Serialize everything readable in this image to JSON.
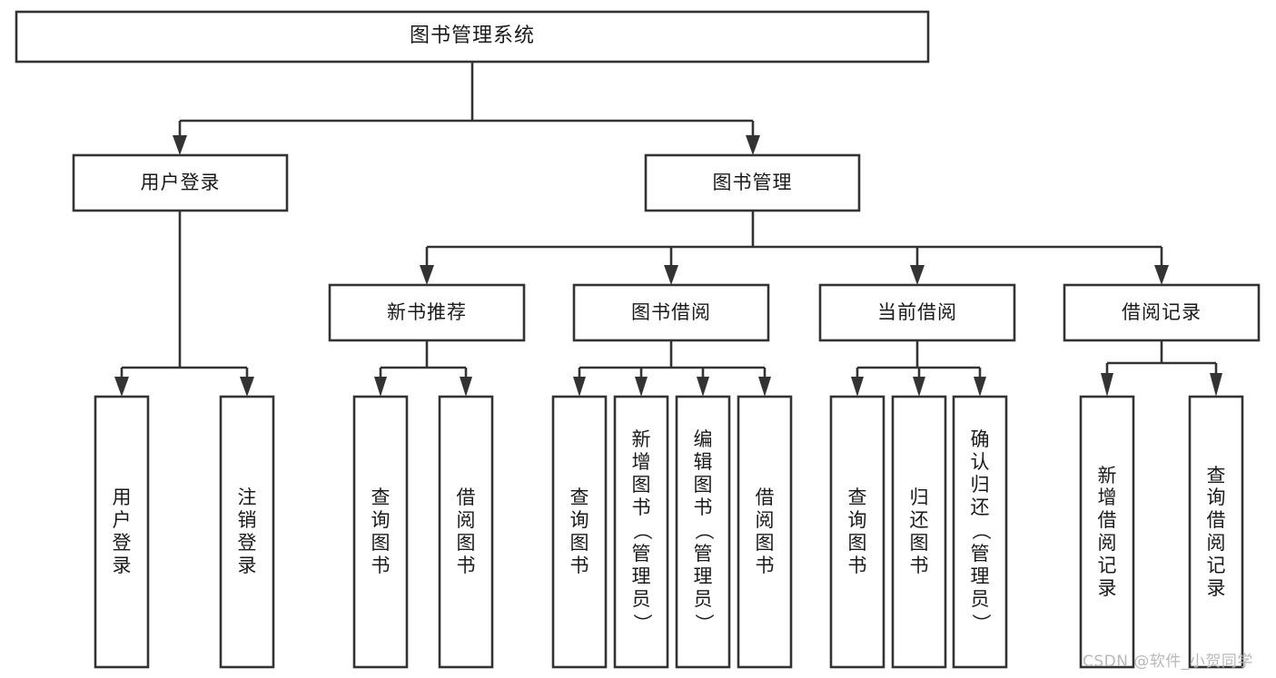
{
  "diagram": {
    "title": "图书管理系统",
    "type": "hierarchy-tree",
    "watermark": "CSDN @软件_小贺同学",
    "root": {
      "id": "root",
      "label": "图书管理系统"
    },
    "level2": [
      {
        "id": "user-login",
        "label": "用户登录"
      },
      {
        "id": "book-management",
        "label": "图书管理"
      }
    ],
    "level3": [
      {
        "id": "new-book-recommend",
        "label": "新书推荐",
        "parent": "book-management"
      },
      {
        "id": "book-borrow",
        "label": "图书借阅",
        "parent": "book-management"
      },
      {
        "id": "current-borrow",
        "label": "当前借阅",
        "parent": "book-management"
      },
      {
        "id": "borrow-record",
        "label": "借阅记录",
        "parent": "book-management"
      }
    ],
    "leaves": [
      {
        "id": "leaf-user-login",
        "label": "用户登录",
        "parent": "user-login"
      },
      {
        "id": "leaf-logout-login",
        "label": "注销登录",
        "parent": "user-login"
      },
      {
        "id": "leaf-query-book-1",
        "label": "查询图书",
        "parent": "new-book-recommend"
      },
      {
        "id": "leaf-borrow-book-1",
        "label": "借阅图书",
        "parent": "new-book-recommend"
      },
      {
        "id": "leaf-query-book-2",
        "label": "查询图书",
        "parent": "book-borrow"
      },
      {
        "id": "leaf-add-book",
        "label": "新增图书（管理员）",
        "parent": "book-borrow"
      },
      {
        "id": "leaf-edit-book",
        "label": "编辑图书（管理员）",
        "parent": "book-borrow"
      },
      {
        "id": "leaf-borrow-book-2",
        "label": "借阅图书",
        "parent": "book-borrow"
      },
      {
        "id": "leaf-query-book-3",
        "label": "查询图书",
        "parent": "current-borrow"
      },
      {
        "id": "leaf-return-book",
        "label": "归还图书",
        "parent": "current-borrow"
      },
      {
        "id": "leaf-confirm-return",
        "label": "确认归还（管理员）",
        "parent": "current-borrow"
      },
      {
        "id": "leaf-add-record",
        "label": "新增借阅记录",
        "parent": "borrow-record"
      },
      {
        "id": "leaf-query-record",
        "label": "查询借阅记录",
        "parent": "borrow-record"
      }
    ],
    "colors": {
      "stroke": "#333333",
      "fill": "#ffffff",
      "text": "#1a1a1a",
      "watermark": "#b9b9b9"
    }
  }
}
